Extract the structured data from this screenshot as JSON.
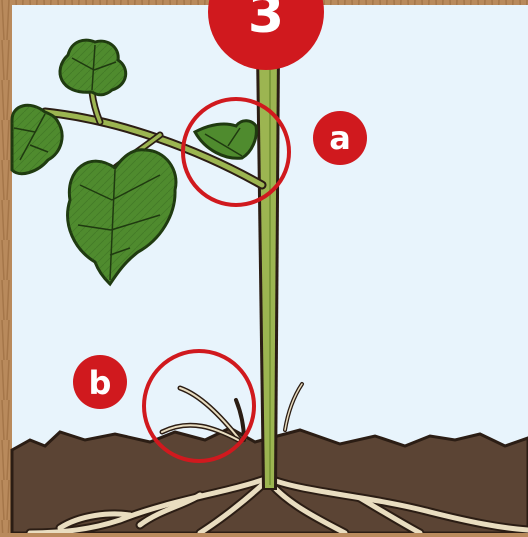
{
  "step_badge": {
    "number": "3",
    "color": "#d0191e"
  },
  "callouts": [
    {
      "letter": "a"
    },
    {
      "letter": "b"
    }
  ],
  "colors": {
    "sky": "#e8f4fc",
    "soil": "#5b4434",
    "stem": "#9cb551",
    "leaf": "#4f8b2e",
    "root": "#e9ddc0",
    "circle": "#d0191e",
    "frame": "#b98a5c"
  }
}
